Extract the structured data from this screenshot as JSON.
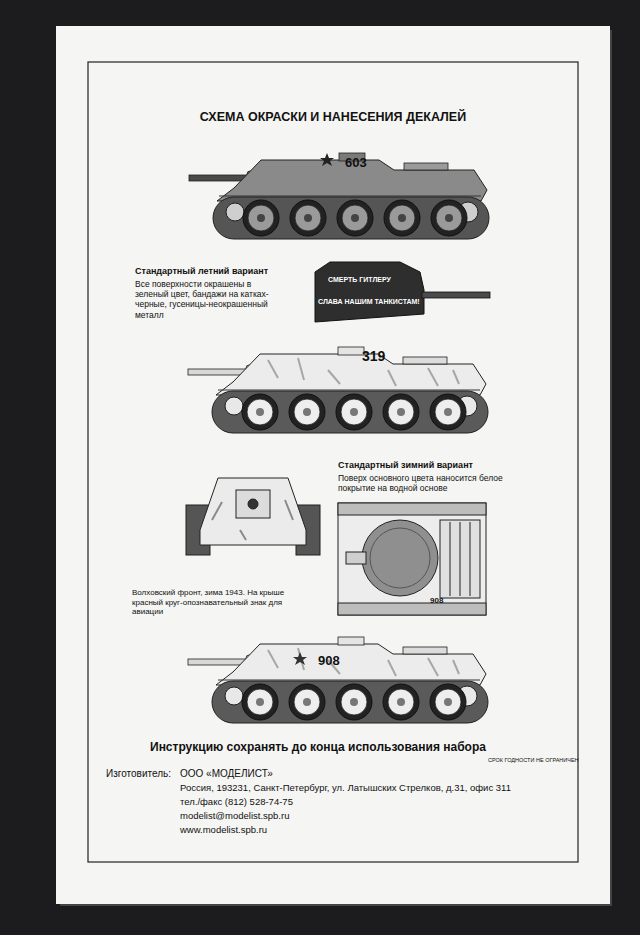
{
  "diagram": {
    "title": "СХЕМА ОКРАСКИ И НАНЕСЕНИЯ ДЕКАЛЕЙ",
    "labels": [
      "603",
      "Стандартный летний вариант",
      "Все поверхности окрашены в зеленый цвет, бандажи на катках-черные, гусеницы-неокрашенный металл",
      "СМЕРТЬ ГИТЛЕРУ",
      "СЛАВА НАШИМ ТАНКИСТАМ!",
      "319",
      "Стандартный зимний вариант",
      "Поверх основного цвета наносится белое покрытие на водной основе",
      "Волховский фронт, зима 1943. На крыше красный круг-опознавательный знак для авиации",
      "908",
      "908",
      "Инструкцию сохранять до конца использования набора",
      "СРОК ГОДНОСТИ НЕ ОГРАНИЧЕН",
      "Изготовитель:",
      "ООО «МОДЕЛИСТ»",
      "Россия, 193231, Санкт-Петербург, ул. Латышских Стрелков, д.31, офис 311",
      "тел./факс (812) 528-74-75",
      "modelist@modelist.spb.ru",
      "www.modelist.spb.ru"
    ]
  }
}
